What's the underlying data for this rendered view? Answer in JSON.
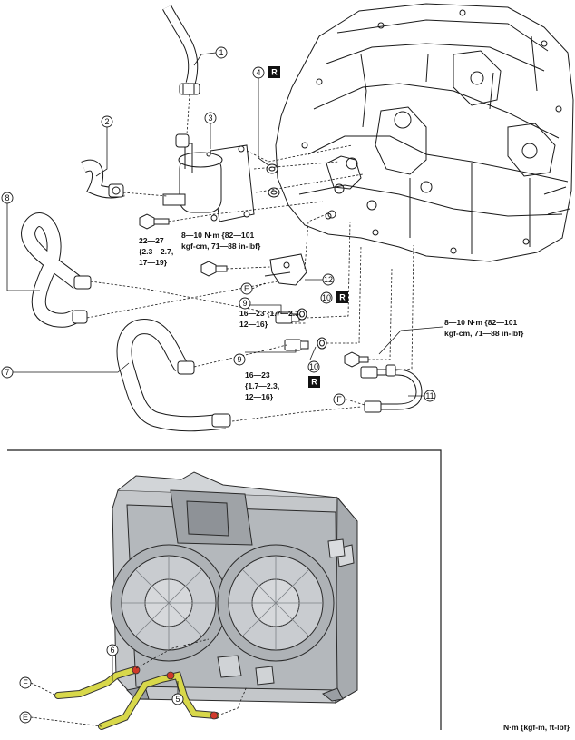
{
  "callouts": {
    "c1": "1",
    "c2": "2",
    "c3": "3",
    "c4": "4",
    "c5": "5",
    "c6": "6",
    "c7": "7",
    "c8": "8",
    "c9a": "9",
    "c9b": "9",
    "c10a": "10",
    "c10b": "10",
    "c11": "11",
    "c12": "12",
    "cE_top": "E",
    "cF_top": "F",
    "cE_bot": "E",
    "cF_bot": "F"
  },
  "replace_mark": "R",
  "torques": {
    "bolt_3": [
      "22—27",
      "{2.3—2.7,",
      "17—19}"
    ],
    "bracket_12": [
      "8—10 N·m {82—101",
      "kgf-cm, 71—88 in-lbf}"
    ],
    "union_9a": [
      "16—23 {1.7—2.3,",
      "12—16}"
    ],
    "union_9b": [
      "16—23",
      "{1.7—2.3,",
      "12—16}"
    ],
    "pipe_11": [
      "8—10 N·m {82—101",
      "kgf-cm, 71—88 in-lbf}"
    ]
  },
  "unit_legend": "N·m {kgf-m, ft-lbf}",
  "colors": {
    "line": "#1a1a1a",
    "pipe_yellow": "#d8d84a",
    "pipe_red": "#d03a2a",
    "radiator_gray": "#b9bcbf"
  }
}
